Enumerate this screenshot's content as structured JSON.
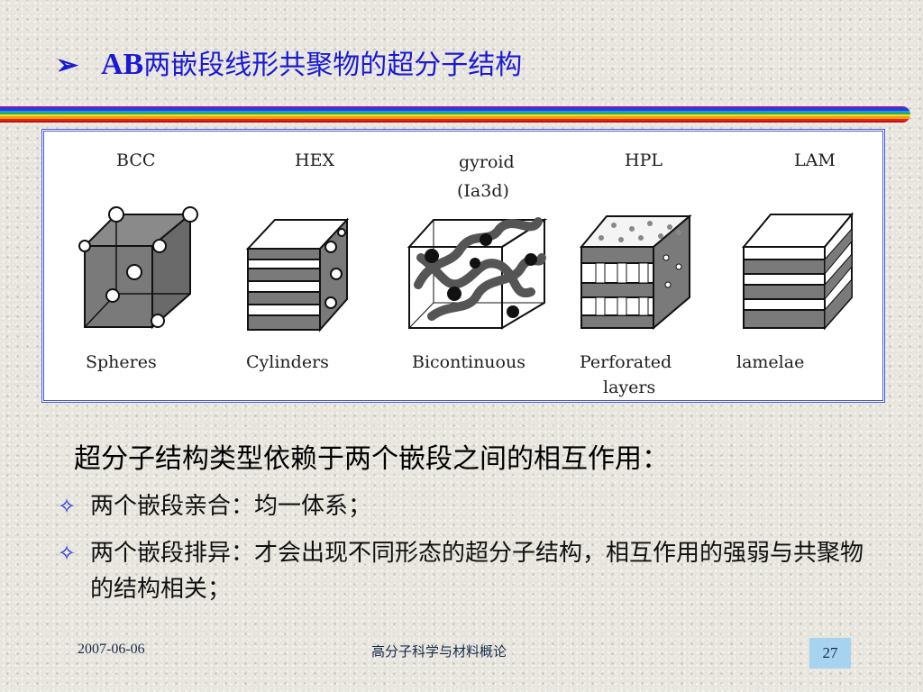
{
  "slide": {
    "title_arrow": "➢",
    "title_prefix": "AB",
    "title_rest": "两嵌段线形共聚物的超分子结构",
    "structures": [
      {
        "code": "BCC",
        "code2": "",
        "name": "Spheres",
        "name2": ""
      },
      {
        "code": "HEX",
        "code2": "",
        "name": "Cylinders",
        "name2": ""
      },
      {
        "code": "gyroid",
        "code2": "(Ia3d)",
        "name": "Bicontinuous",
        "name2": ""
      },
      {
        "code": "HPL",
        "code2": "",
        "name": "Perforated",
        "name2": "layers"
      },
      {
        "code": "LAM",
        "code2": "",
        "name": "lamelae",
        "name2": ""
      }
    ],
    "subtitle": "超分子结构类型依赖于两个嵌段之间的相互作用：",
    "bullets": [
      {
        "mark": "✧",
        "text": "两个嵌段亲合：均一体系；"
      },
      {
        "mark": "✧",
        "text": "两个嵌段排异：才会出现不同形态的超分子结构，相互作用的强弱与共聚物的结构相关；"
      }
    ]
  },
  "footer": {
    "date": "2007-06-06",
    "course": "高分子科学与材料概论",
    "page_number": "27"
  },
  "colors": {
    "title": "#1a1ad6",
    "bullet_mark": "#2230d8",
    "figure_border": "#4a5ad0",
    "domain_fill": "#7a7a7a",
    "page_box": "#a6d3f0"
  }
}
